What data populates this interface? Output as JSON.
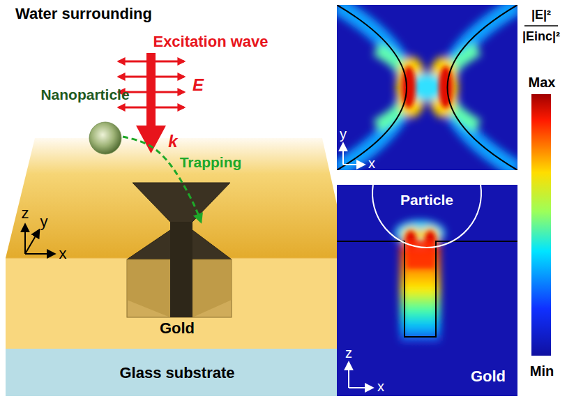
{
  "diagram": {
    "nodes": [
      {
        "text": [
          "Nanoparticle"
        ]
      },
      {
        "text": [
          "Gold"
        ]
      },
      {
        "text": [
          "Glass substrate"
        ]
      },
      {
        "text": [
          "Particle"
        ]
      }
    ],
    "labels": [
      "Water surrounding",
      "Excitation wave",
      "E",
      "k",
      "Trapping",
      "z",
      "y",
      "x",
      "y",
      "x",
      "z",
      "x",
      "Gold",
      "|E|²",
      "|Einc|²",
      "Max",
      "Min"
    ]
  }
}
